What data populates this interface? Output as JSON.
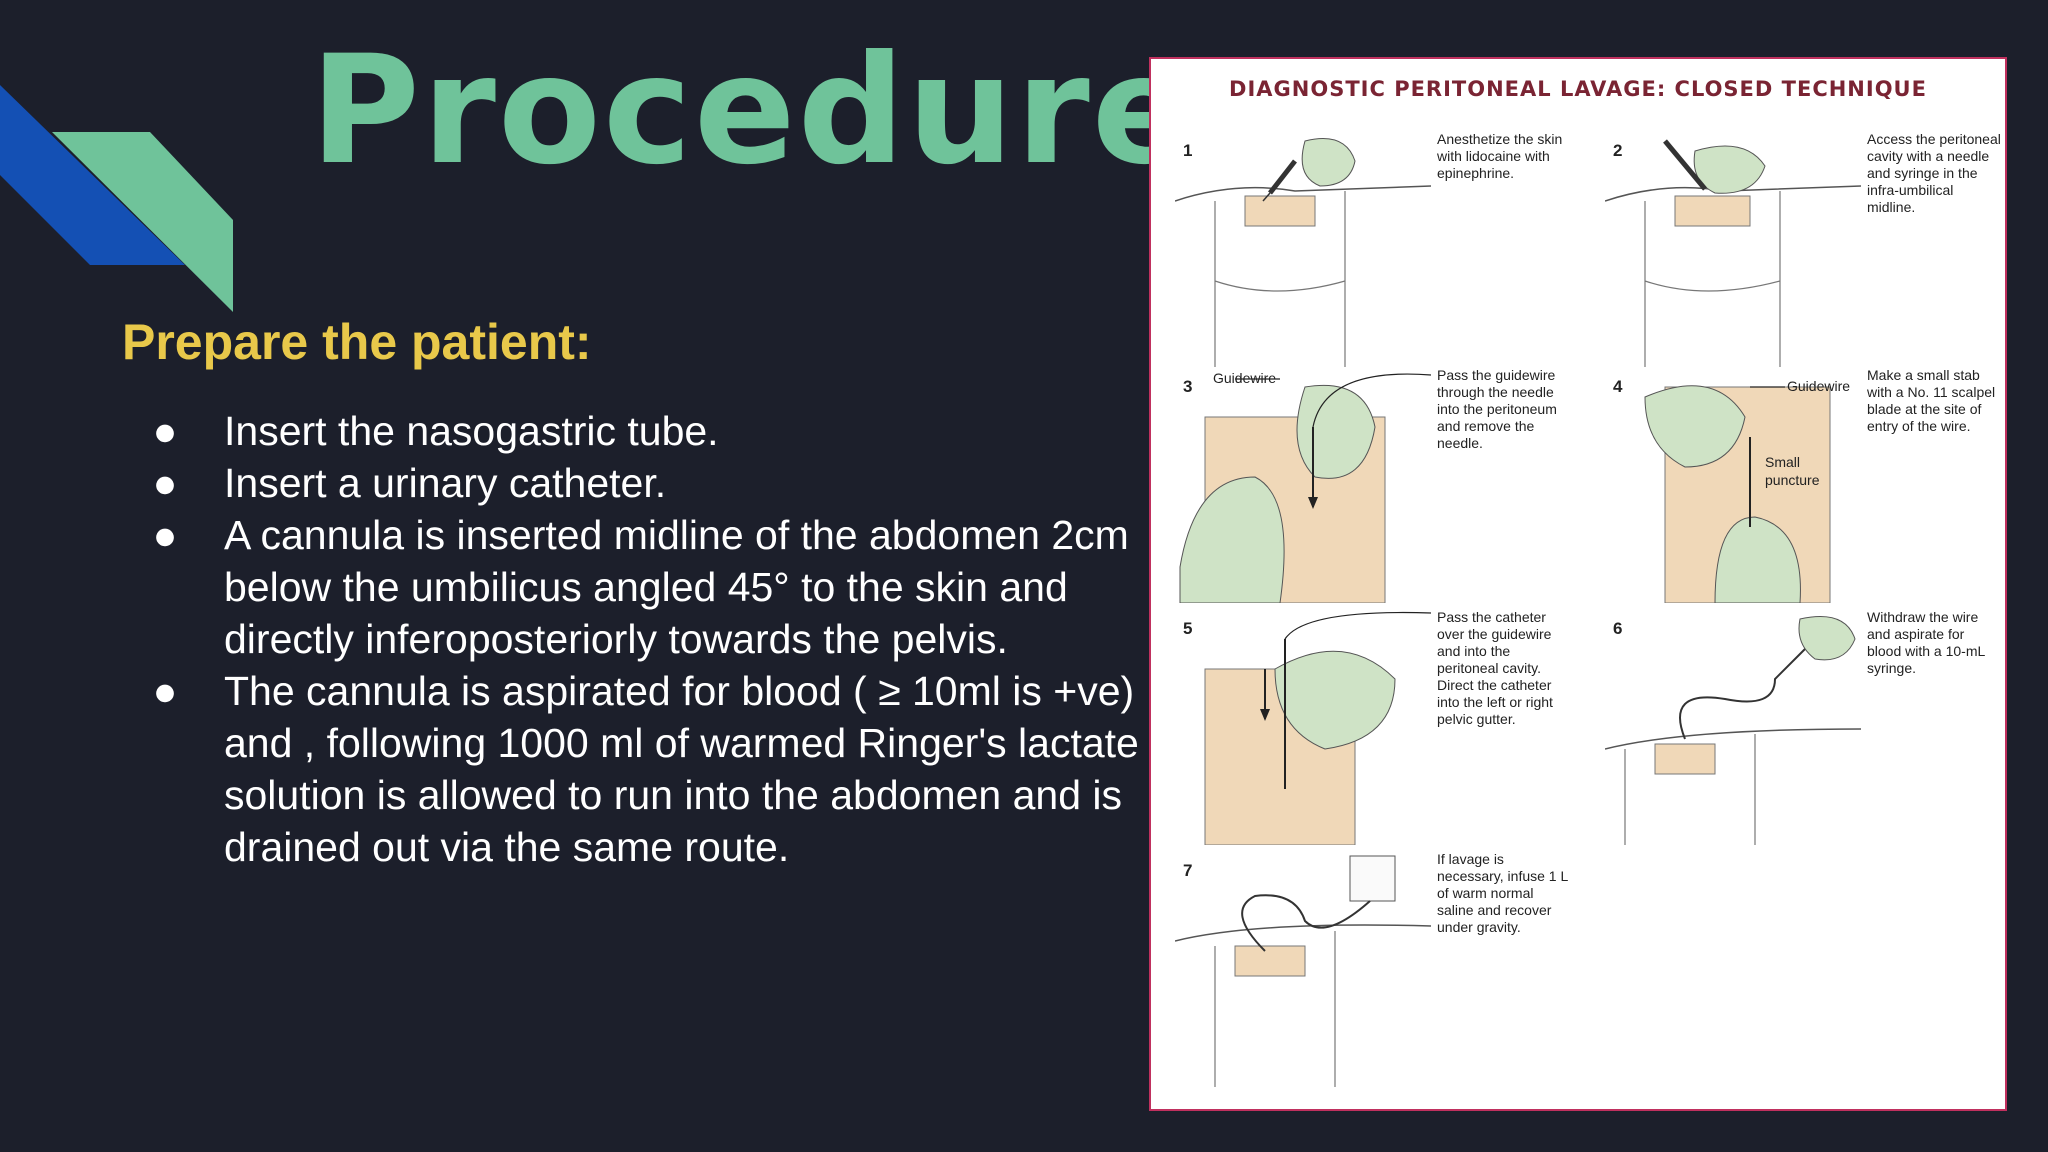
{
  "slide": {
    "title": "Procedure",
    "subtitle": "Prepare the patient:",
    "bullets": [
      "Insert the nasogastric tube.",
      "Insert a urinary catheter.",
      "A cannula is inserted  midline of the abdomen 2cm below the umbilicus angled 45° to the skin and directly inferoposteriorly towards the pelvis.",
      "The cannula is aspirated for blood ( ≥ 10ml  is +ve) and , following 1000 ml of warmed Ringer's lactate solution is allowed to run into the abdomen and is drained out via the  same route."
    ],
    "bullet_glyph": "●"
  },
  "figure": {
    "title": "DIAGNOSTIC PERITONEAL LAVAGE: CLOSED TECHNIQUE",
    "steps": [
      {
        "number": "1",
        "caption": "Anesthetize the skin with lidocaine with epinephrine."
      },
      {
        "number": "2",
        "caption": "Access the peritoneal cavity with a needle and syringe in the infra-umbilical midline."
      },
      {
        "number": "3",
        "caption": "Pass the guidewire through the needle into the peritoneum and remove the needle.",
        "labels": [
          "Guidewire"
        ]
      },
      {
        "number": "4",
        "caption": "Make a small stab with a No. 11 scalpel blade at the site of entry of the wire.",
        "labels": [
          "Guidewire",
          "Small",
          "puncture"
        ]
      },
      {
        "number": "5",
        "caption": "Pass the catheter over the guidewire and into the peritoneal cavity. Direct the catheter into the left or right pelvic gutter."
      },
      {
        "number": "6",
        "caption": "Withdraw the wire and aspirate for blood with a 10-mL syringe."
      },
      {
        "number": "7",
        "caption": "If lavage is necessary, infuse 1 L of warm normal saline and recover under gravity."
      }
    ]
  },
  "colors": {
    "background": "#1c1f2b",
    "title": "#6fc39a",
    "subtitle": "#e8c84a",
    "body_text": "#ffffff",
    "accent_blue": "#1450b4",
    "accent_green": "#6fc39a",
    "figure_border": "#c0305e",
    "glove": "#cfe3c6",
    "skin": "#f0d8b8"
  }
}
